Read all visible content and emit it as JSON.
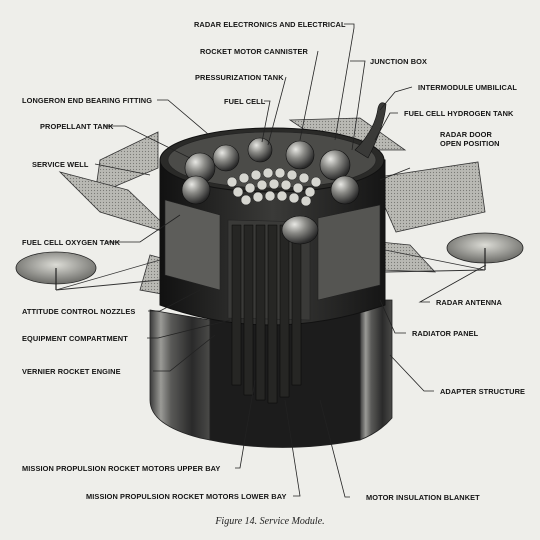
{
  "figure": {
    "caption": "Figure 14. Service Module.",
    "labels": {
      "radar_electronics": "RADAR ELECTRONICS AND ELECTRICAL",
      "rocket_motor_cannister": "ROCKET MOTOR CANNISTER",
      "junction_box": "JUNCTION BOX",
      "pressurization_tank": "PRESSURIZATION TANK",
      "intermodule_umbilical": "INTERMODULE UMBILICAL",
      "longeron_fitting": "LONGERON END BEARING FITTING",
      "fuel_cell": "FUEL CELL",
      "fuel_cell_hydrogen_tank": "FUEL CELL HYDROGEN TANK",
      "propellant_tank": "PROPELLANT TANK",
      "radar_door_1": "RADAR DOOR",
      "radar_door_2": "OPEN POSITION",
      "service_well": "SERVICE WELL",
      "fuel_cell_oxygen_tank": "FUEL CELL OXYGEN TANK",
      "radar_antenna": "RADAR ANTENNA",
      "attitude_nozzles": "ATTITUDE CONTROL NOZZLES",
      "radiator_panel": "RADIATOR PANEL",
      "equipment_compartment": "EQUIPMENT COMPARTMENT",
      "vernier_engine": "VERNIER ROCKET ENGINE",
      "adapter_structure": "ADAPTER STRUCTURE",
      "motors_upper_bay": "MISSION PROPULSION ROCKET MOTORS UPPER BAY",
      "motors_lower_bay": "MISSION PROPULSION ROCKET MOTORS LOWER BAY",
      "motor_insulation": "MOTOR INSULATION BLANKET"
    }
  }
}
